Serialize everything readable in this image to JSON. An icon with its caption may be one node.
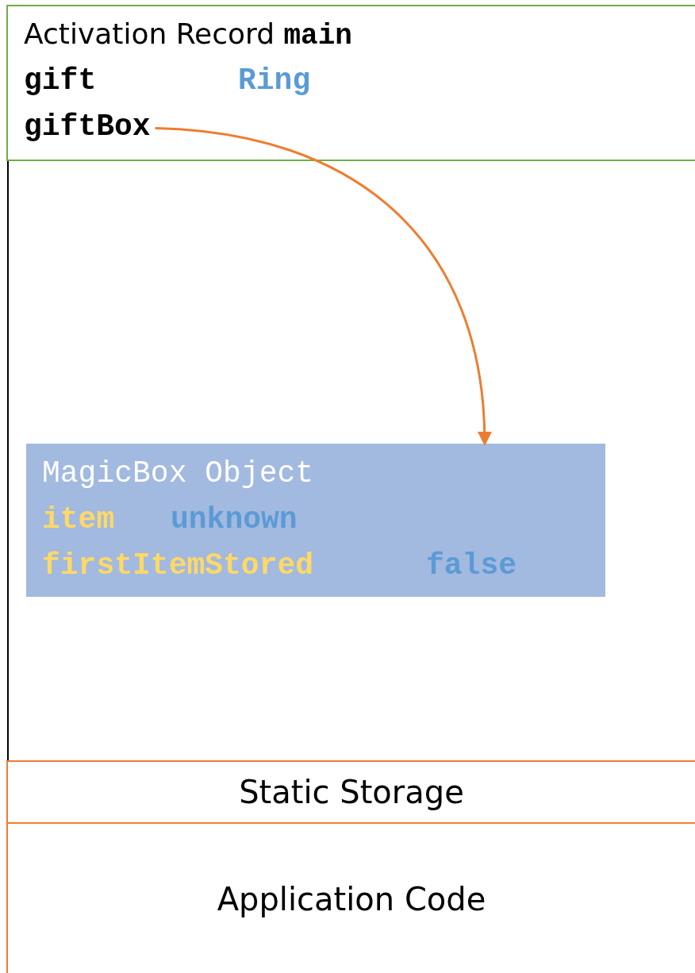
{
  "diagram": {
    "nodes": [
      {
        "text": [
          "Activation Record **main**",
          "gift",
          "Ring"
        ]
      },
      {
        "text": [
          "giftBox"
        ],
        "in": 0
      },
      {
        "text": [
          "MagicBox Object",
          "item",
          "unknown",
          "firstItemStored",
          "false"
        ]
      },
      {
        "text": [
          "Static Storage"
        ]
      },
      {
        "text": [
          "Application Code"
        ]
      }
    ],
    "edges": [
      {
        "from": 1,
        "to": 2,
        "arrow": "to",
        "color": "#ed7d31"
      }
    ]
  }
}
